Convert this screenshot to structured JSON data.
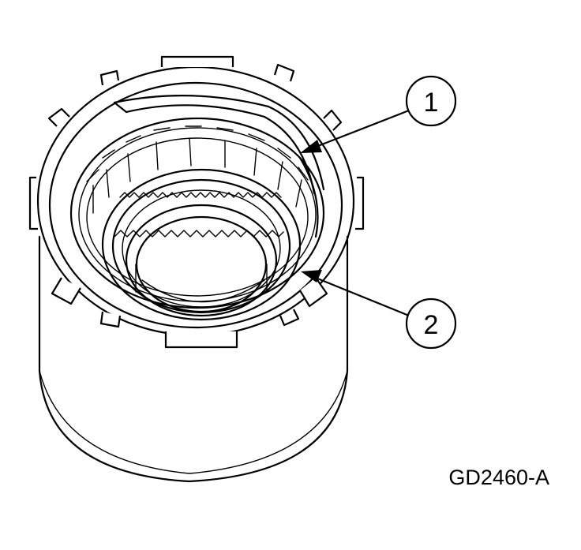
{
  "diagram": {
    "callouts": [
      {
        "label": "1"
      },
      {
        "label": "2"
      }
    ],
    "figure_id": "GD2460-A",
    "colors": {
      "ink": "#000000",
      "background": "#ffffff"
    }
  }
}
